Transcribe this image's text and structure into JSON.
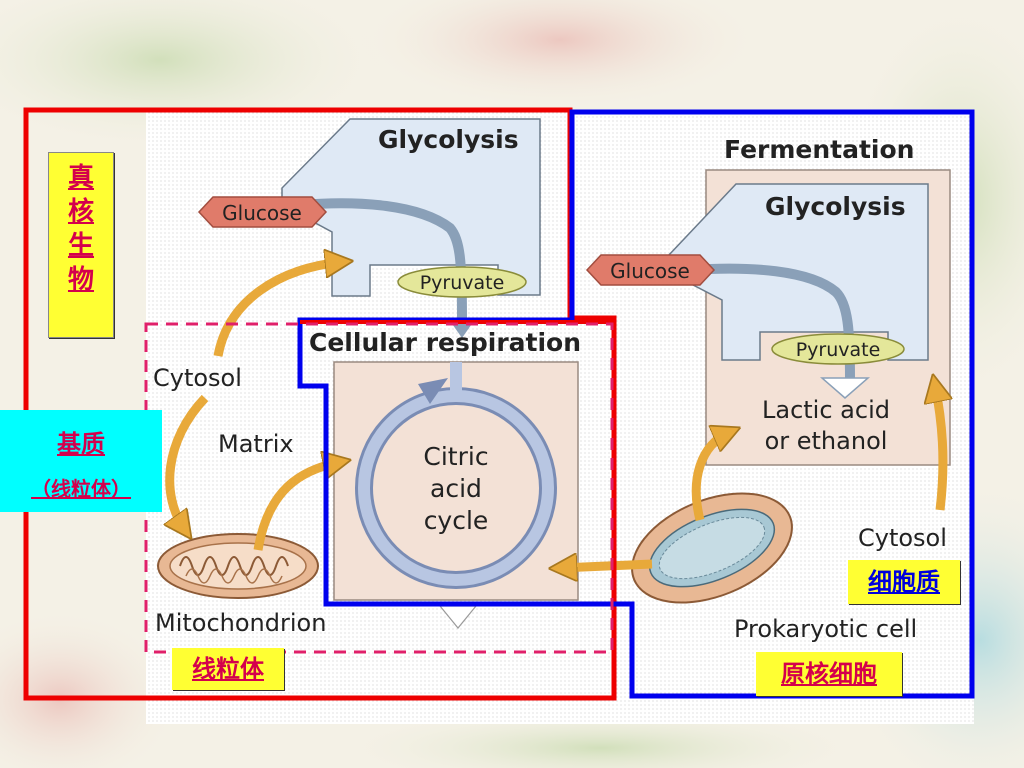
{
  "eukaryote_label": "真核生物",
  "eukaryote_chars": [
    "真",
    "核",
    "生",
    "物"
  ],
  "matrix_cn": {
    "line1": "基质",
    "line2": "（线粒体）"
  },
  "mitochondrion_cn": "线粒体",
  "cytoplasm_cn": "细胞质",
  "prokaryote_cn": "原核细胞",
  "left": {
    "glycolysis": "Glycolysis",
    "glucose": "Glucose",
    "pyruvate": "Pyruvate",
    "cytosol": "Cytosol",
    "matrix": "Matrix",
    "mitochondrion": "Mitochondrion",
    "cellular_respiration": "Cellular respiration",
    "citric_line1": "Citric",
    "citric_line2": "acid",
    "citric_line3": "cycle"
  },
  "right": {
    "fermentation": "Fermentation",
    "glycolysis": "Glycolysis",
    "glucose": "Glucose",
    "pyruvate": "Pyruvate",
    "lactic_line1": "Lactic acid",
    "lactic_line2": "or ethanol",
    "cytosol": "Cytosol",
    "prokaryotic_cell": "Prokaryotic cell"
  },
  "colors": {
    "red_frame": "#ee0000",
    "blue_frame": "#0000ee",
    "magenta_dash": "#e0206a",
    "glycolysis_fill": "#dfe9f5",
    "box_fill": "#f3e1d6",
    "glucose_fill": "#e07b6a",
    "pyruvate_fill": "#e4e79a",
    "arrow_gold": "#e8a93a",
    "yellow_label": "#ffff33",
    "cyan_label": "#00ffff"
  }
}
